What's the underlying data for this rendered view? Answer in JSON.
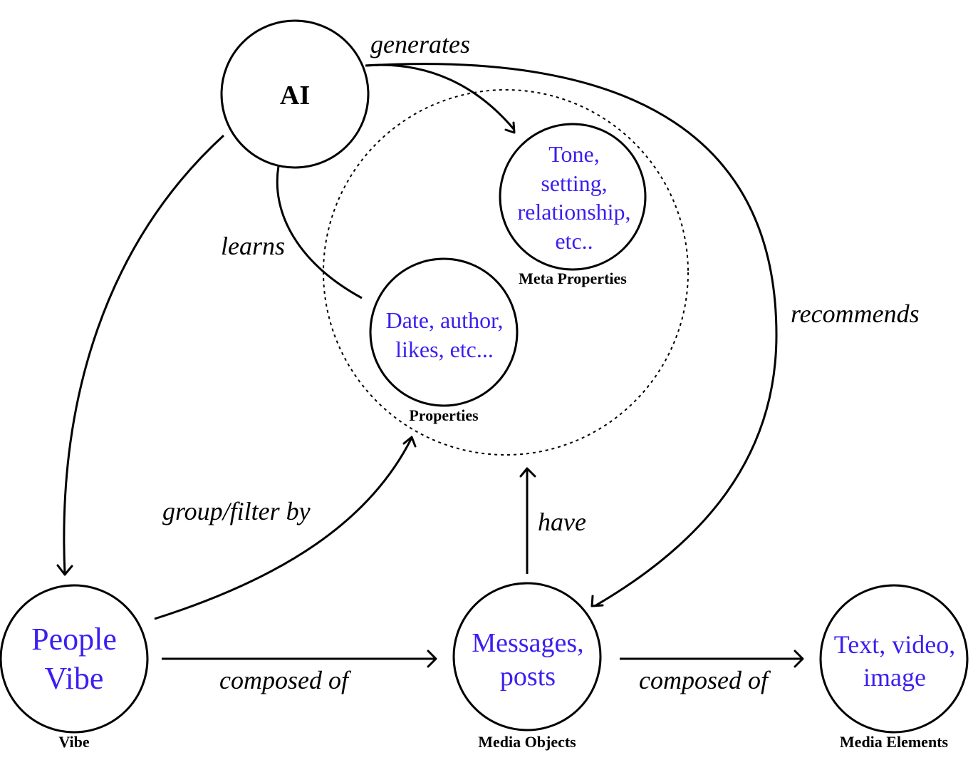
{
  "diagram": {
    "content_color": "#3b1ff0",
    "nodes": {
      "ai": {
        "label": "AI"
      },
      "meta_properties": {
        "lines": [
          "Tone,",
          "setting,",
          "relationship,",
          "etc.."
        ],
        "caption": "Meta Properties"
      },
      "properties": {
        "lines": [
          "Date, author,",
          "likes, etc..."
        ],
        "caption": "Properties"
      },
      "vibe": {
        "lines": [
          "People",
          "Vibe"
        ],
        "caption": "Vibe"
      },
      "media_objects": {
        "lines": [
          "Messages,",
          "posts"
        ],
        "caption": "Media Objects"
      },
      "media_elements": {
        "lines": [
          "Text, video,",
          "image"
        ],
        "caption": "Media Elements"
      }
    },
    "edges": {
      "generates": {
        "label": "generates",
        "from": "AI",
        "to": "Meta Properties"
      },
      "learns": {
        "label": "learns",
        "from": "AI",
        "to": "Properties"
      },
      "recommends": {
        "label": "recommends",
        "from": "AI",
        "to": "Media Objects"
      },
      "ai_to_vibe": {
        "label": "",
        "from": "AI",
        "to": "Vibe"
      },
      "group_filter_by": {
        "label": "group/filter by",
        "from": "Vibe",
        "to": "Properties group"
      },
      "have": {
        "label": "have",
        "from": "Media Objects",
        "to": "Properties group"
      },
      "composed_of_1": {
        "label": "composed of",
        "from": "Vibe",
        "to": "Media Objects"
      },
      "composed_of_2": {
        "label": "composed of",
        "from": "Media Objects",
        "to": "Media Elements"
      }
    }
  }
}
